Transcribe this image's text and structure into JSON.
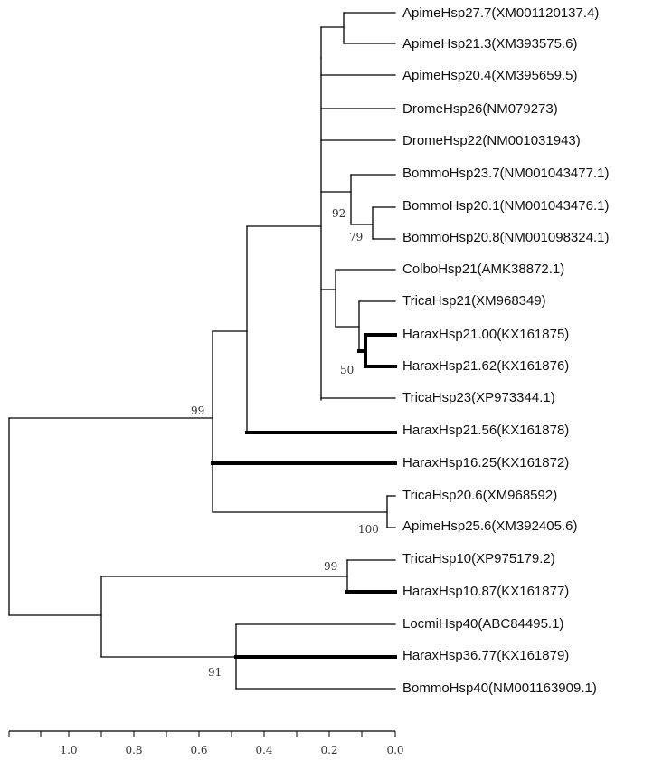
{
  "colors": {
    "line": "#000000",
    "text": "#111111"
  },
  "leaves": [
    "ApimeHsp27.7(XM001120137.4)",
    "ApimeHsp21.3(XM393575.6)",
    "ApimeHsp20.4(XM395659.5)",
    "DromeHsp26(NM079273)",
    "DromeHsp22(NM001031943)",
    "BommoHsp23.7(NM001043477.1)",
    "BommoHsp20.1(NM001043476.1)",
    "BommoHsp20.8(NM001098324.1)",
    "ColboHsp21(AMK38872.1)",
    "TricaHsp21(XM968349)",
    "HaraxHsp21.00(KX161875)",
    "HaraxHsp21.62(KX161876)",
    "TricaHsp23(XP973344.1)",
    "HaraxHsp21.56(KX161878)",
    "HaraxHsp16.25(KX161872)",
    "TricaHsp20.6(XM968592)",
    "ApimeHsp25.6(XM392405.6)",
    "TricaHsp10(XP975179.2)",
    "HaraxHsp10.87(KX161877)",
    "LocmiHsp40(ABC84495.1)",
    "HaraxHsp36.77(KX161879)",
    "BommoHsp40(NM001163909.1)"
  ],
  "bootstrap": [
    "92",
    "79",
    "50",
    "99",
    "100",
    "99",
    "91"
  ],
  "scale": {
    "ticks": [
      "1.0",
      "0.8",
      "0.6",
      "0.4",
      "0.2",
      "0.0"
    ]
  }
}
